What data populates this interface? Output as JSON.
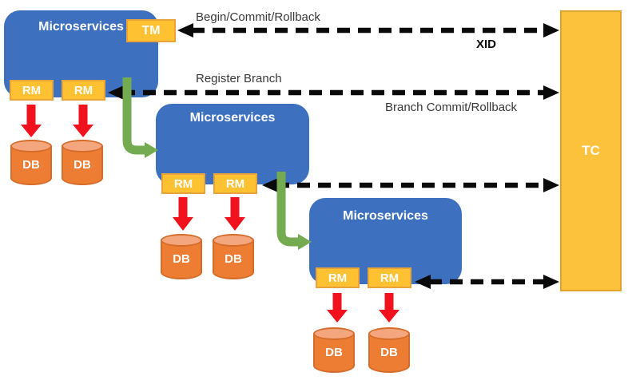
{
  "diagram_type": "distributed-transaction-architecture",
  "services": [
    {
      "title": "Microservices",
      "tm_label": "TM",
      "rm_labels": [
        "RM",
        "RM"
      ],
      "db_labels": [
        "DB",
        "DB"
      ]
    },
    {
      "title": "Microservices",
      "rm_labels": [
        "RM",
        "RM"
      ],
      "db_labels": [
        "DB",
        "DB"
      ]
    },
    {
      "title": "Microservices",
      "rm_labels": [
        "RM",
        "RM"
      ],
      "db_labels": [
        "DB",
        "DB"
      ]
    }
  ],
  "tc_label": "TC",
  "annotations": {
    "begin_commit_rollback": "Begin/Commit/Rollback",
    "xid": "XID",
    "register_branch": "Register Branch",
    "branch_commit_rollback": "Branch Commit/Rollback"
  },
  "connections": [
    {
      "from": "TM",
      "to": "TC",
      "style": "dashed-double-arrow",
      "labels": [
        "Begin/Commit/Rollback",
        "XID"
      ]
    },
    {
      "from": "RM (service 1)",
      "to": "TC",
      "style": "dashed-double-arrow",
      "labels": [
        "Register Branch",
        "Branch Commit/Rollback"
      ]
    },
    {
      "from": "RM (service 2)",
      "to": "TC",
      "style": "dashed-double-arrow",
      "labels": []
    },
    {
      "from": "RM (service 3)",
      "to": "TC",
      "style": "dashed-double-arrow",
      "labels": []
    },
    {
      "from": "Microservices 1",
      "to": "Microservices 2",
      "style": "green-elbow-arrow",
      "labels": []
    },
    {
      "from": "Microservices 2",
      "to": "Microservices 3",
      "style": "green-elbow-arrow",
      "labels": []
    },
    {
      "from": "RM",
      "to": "DB",
      "style": "red-down-arrow",
      "labels": []
    }
  ],
  "colors": {
    "box_blue": "#3D70BF",
    "badge_gold": "#FEC132",
    "badge_border": "#E8A33B",
    "tc_fill": "#FCC23C",
    "tc_border": "#DFA32E",
    "db_body": "#EC7D33",
    "db_top": "#F4A67E",
    "db_border": "#D66C2A",
    "arrow_red": "#F2121E",
    "arrow_green": "#74AB51",
    "arrow_black": "#0A0A0A",
    "annotation_text": "#383838",
    "label_text_on_shapes": "#FFFFFF"
  }
}
